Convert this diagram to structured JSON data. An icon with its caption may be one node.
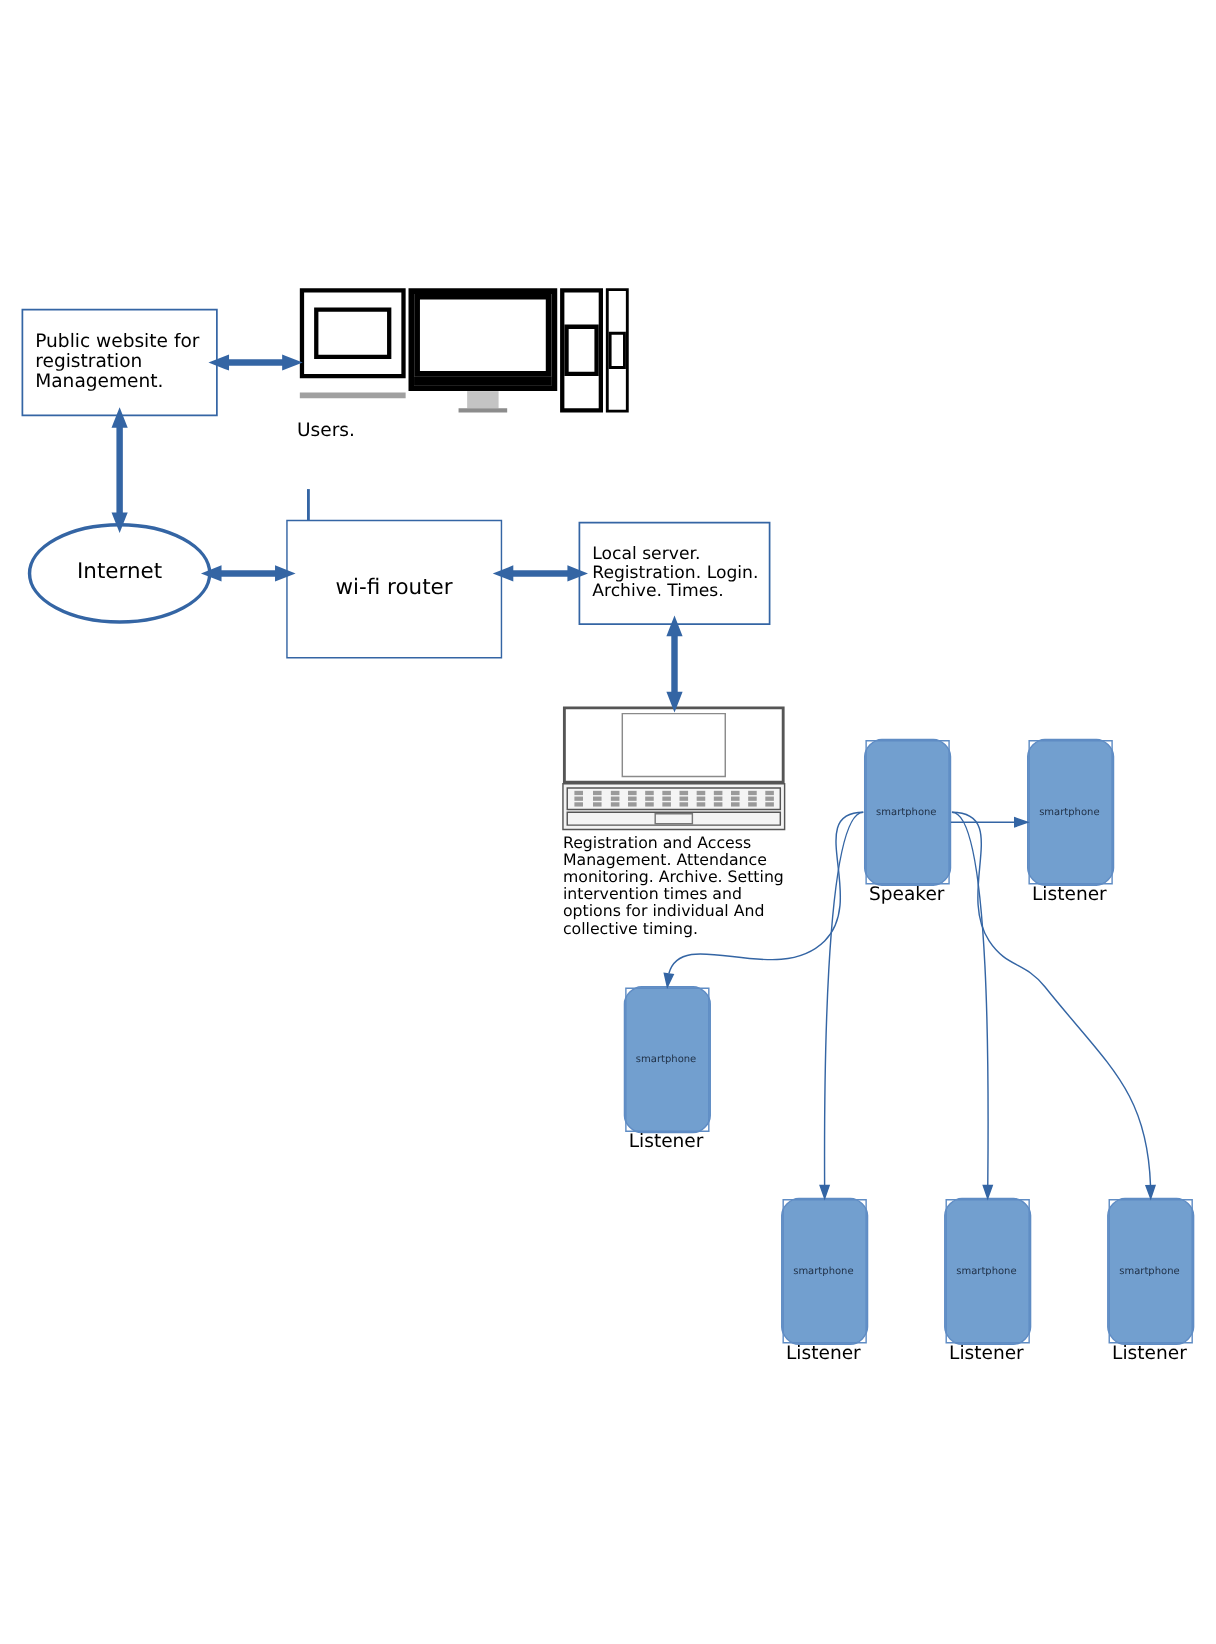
{
  "diagram": {
    "nodes": [
      {
        "text": [
          "Public website for registration Management."
        ]
      },
      {
        "text": [],
        "shape": "picture",
        "beside": [
          "Users."
        ]
      },
      {
        "text": [
          "Internet"
        ]
      },
      {
        "text": [
          "wi-fi router"
        ]
      },
      {
        "text": [
          "Local server. Registration. Login. Archive. Times."
        ]
      },
      {
        "text": [],
        "shape": "picture",
        "beside": [
          "Registration and Access Management. Attendance monitoring. Archive. Setting intervention times and options for individual And collective timing."
        ]
      },
      {
        "text": [
          "smartphone"
        ],
        "beside": [
          "Speaker"
        ]
      },
      {
        "text": [
          "smartphone"
        ],
        "beside": [
          "Listener"
        ]
      },
      {
        "text": [
          "smartphone"
        ],
        "beside": [
          "Listener"
        ]
      },
      {
        "text": [
          "smartphone"
        ],
        "beside": [
          "Listener"
        ]
      },
      {
        "text": [
          "smartphone"
        ],
        "beside": [
          "Listener"
        ]
      },
      {
        "text": [
          "smartphone"
        ],
        "beside": [
          "Listener"
        ]
      }
    ],
    "edges": [
      {
        "from": 0,
        "to": 1,
        "arrow": "both",
        "style": "thick"
      },
      {
        "from": 0,
        "to": 2,
        "arrow": "both",
        "style": "thick"
      },
      {
        "from": 2,
        "to": 3,
        "arrow": "both",
        "style": "thick"
      },
      {
        "from": 3,
        "to": 4,
        "arrow": "both",
        "style": "thick"
      },
      {
        "from": 4,
        "to": 5,
        "arrow": "both",
        "style": "thick"
      },
      {
        "from": 6,
        "to": 7,
        "arrow": "to"
      },
      {
        "from": 6,
        "to": 8,
        "arrow": "to"
      },
      {
        "from": 6,
        "to": 9,
        "arrow": "to"
      },
      {
        "from": 6,
        "to": 10,
        "arrow": "to"
      },
      {
        "from": 6,
        "to": 11,
        "arrow": "to"
      }
    ]
  }
}
